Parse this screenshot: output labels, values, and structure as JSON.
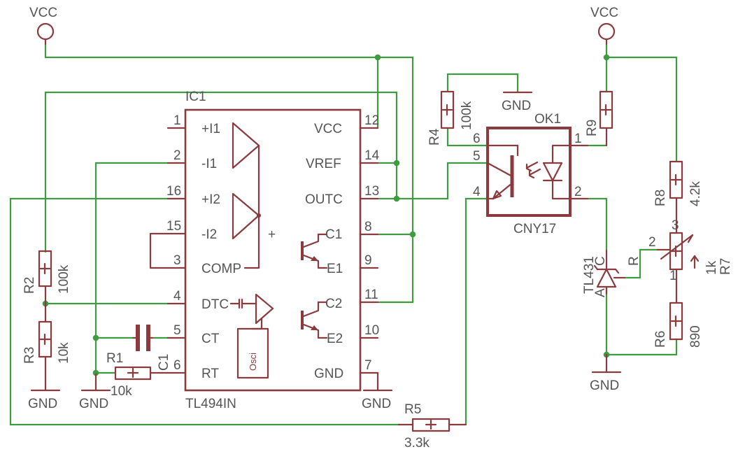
{
  "labels": {
    "vcc_left": "VCC",
    "vcc_right": "VCC",
    "ic1_name": "IC1",
    "ic1_value": "TL494IN",
    "pins": {
      "p1": "1",
      "p2": "2",
      "p16": "16",
      "p15": "15",
      "p3": "3",
      "p4": "4",
      "p5": "5",
      "p6": "6",
      "p12": "12",
      "p14": "14",
      "p13": "13",
      "p8": "8",
      "p9": "9",
      "p11": "11",
      "p10": "10",
      "p7": "7"
    },
    "ic_pins": {
      "pos_i1": "+I1",
      "neg_i1": "-I1",
      "pos_i2": "+I2",
      "neg_i2": "-I2",
      "comp": "COMP",
      "dtc": "DTC",
      "ct": "CT",
      "rt": "RT",
      "vcc": "VCC",
      "vref": "VREF",
      "outc": "OUTC",
      "c1": "C1",
      "e1": "E1",
      "c2": "C2",
      "e2": "E2",
      "gnd": "GND",
      "osci": "Osci",
      "plus": "+"
    },
    "r1_name": "R1",
    "r1_value": "10k",
    "r2_name": "R2",
    "r2_value": "100k",
    "r3_name": "R3",
    "r3_value": "10k",
    "r4_name": "R4",
    "r4_value": "100k",
    "r5_name": "R5",
    "r5_value": "3.3k",
    "r6_name": "R6",
    "r6_value": "890",
    "r7_name": "R7",
    "r7_value": "1k",
    "r8_name": "R8",
    "r8_value": "4.2k",
    "r9_name": "R9",
    "c1_name": "C1",
    "ok1_name": "OK1",
    "ok1_value": "CNY17",
    "ok_pins": {
      "p6": "6",
      "p5": "5",
      "p4": "4",
      "p1": "1",
      "p2": "2"
    },
    "tl431_name": "TL431",
    "tl431_pins": {
      "a": "A",
      "c": "C",
      "r": "R"
    },
    "r7_pins": {
      "p3": "3",
      "p2": "2",
      "p1": "1"
    },
    "gnd": {
      "g1": "GND",
      "g2": "GND",
      "g3": "GND",
      "g4": "GND",
      "g5": "GND"
    },
    "resistor_plus": "+"
  }
}
